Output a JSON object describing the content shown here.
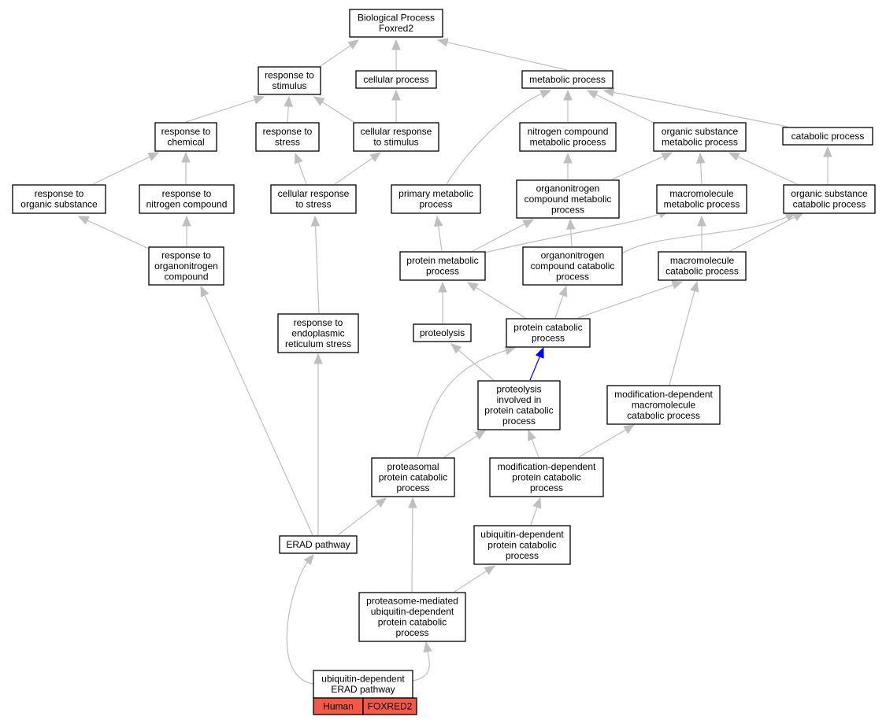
{
  "colors": {
    "edge": "#bfbfbf",
    "highlight_edge": "#0000ee",
    "annotation_fill": "#f25a47",
    "node_border": "#000000"
  },
  "nodes": [
    {
      "id": "bp",
      "lines": [
        "Biological Process",
        "Foxred2"
      ]
    },
    {
      "id": "resp_stim",
      "lines": [
        "response to",
        "stimulus"
      ]
    },
    {
      "id": "cell_proc",
      "lines": [
        "cellular process"
      ]
    },
    {
      "id": "metab_proc",
      "lines": [
        "metabolic process"
      ]
    },
    {
      "id": "resp_chem",
      "lines": [
        "response to",
        "chemical"
      ]
    },
    {
      "id": "resp_stress",
      "lines": [
        "response to",
        "stress"
      ]
    },
    {
      "id": "cell_resp_stim",
      "lines": [
        "cellular response",
        "to stimulus"
      ]
    },
    {
      "id": "nitro_comp_metab",
      "lines": [
        "nitrogen compound",
        "metabolic process"
      ]
    },
    {
      "id": "org_sub_metab",
      "lines": [
        "organic substance",
        "metabolic process"
      ]
    },
    {
      "id": "catab_proc",
      "lines": [
        "catabolic process"
      ]
    },
    {
      "id": "resp_org_sub",
      "lines": [
        "response to",
        "organic substance"
      ]
    },
    {
      "id": "resp_nitro_comp",
      "lines": [
        "response to",
        "nitrogen compound"
      ]
    },
    {
      "id": "cell_resp_stress",
      "lines": [
        "cellular response",
        "to stress"
      ]
    },
    {
      "id": "prim_metab",
      "lines": [
        "primary metabolic",
        "process"
      ]
    },
    {
      "id": "organonitro_metab",
      "lines": [
        "organonitrogen",
        "compound metabolic",
        "process"
      ]
    },
    {
      "id": "macromol_metab",
      "lines": [
        "macromolecule",
        "metabolic process"
      ]
    },
    {
      "id": "org_sub_catab",
      "lines": [
        "organic substance",
        "catabolic process"
      ]
    },
    {
      "id": "resp_organonitro",
      "lines": [
        "response to",
        "organonitrogen",
        "compound"
      ]
    },
    {
      "id": "prot_metab",
      "lines": [
        "protein metabolic",
        "process"
      ]
    },
    {
      "id": "organonitro_catab",
      "lines": [
        "organonitrogen",
        "compound catabolic",
        "process"
      ]
    },
    {
      "id": "macromol_catab",
      "lines": [
        "macromolecule",
        "catabolic process"
      ]
    },
    {
      "id": "resp_er_stress",
      "lines": [
        "response to",
        "endoplasmic",
        "reticulum stress"
      ]
    },
    {
      "id": "proteolysis",
      "lines": [
        "proteolysis"
      ]
    },
    {
      "id": "prot_catab",
      "lines": [
        "protein catabolic",
        "process"
      ]
    },
    {
      "id": "proteolysis_prot_catab",
      "lines": [
        "proteolysis",
        "involved in",
        "protein catabolic",
        "process"
      ]
    },
    {
      "id": "mod_dep_macromol_catab",
      "lines": [
        "modification-dependent",
        "macromolecule",
        "catabolic process"
      ]
    },
    {
      "id": "proteasomal_prot_catab",
      "lines": [
        "proteasomal",
        "protein catabolic",
        "process"
      ]
    },
    {
      "id": "mod_dep_prot_catab",
      "lines": [
        "modification-dependent",
        "protein catabolic",
        "process"
      ]
    },
    {
      "id": "erad",
      "lines": [
        "ERAD pathway"
      ]
    },
    {
      "id": "ubiq_dep_prot_catab",
      "lines": [
        "ubiquitin-dependent",
        "protein catabolic",
        "process"
      ]
    },
    {
      "id": "proteasome_ubiq",
      "lines": [
        "proteasome-mediated",
        "ubiquitin-dependent",
        "protein catabolic",
        "process"
      ]
    },
    {
      "id": "ubiq_erad",
      "lines": [
        "ubiquitin-dependent",
        "ERAD pathway"
      ]
    }
  ],
  "annotation": {
    "node": "ubiq_erad",
    "species": "Human",
    "gene": "FOXRED2"
  },
  "edges": [
    {
      "from": "resp_stim",
      "to": "bp"
    },
    {
      "from": "cell_proc",
      "to": "bp"
    },
    {
      "from": "metab_proc",
      "to": "bp"
    },
    {
      "from": "resp_chem",
      "to": "resp_stim"
    },
    {
      "from": "resp_stress",
      "to": "resp_stim"
    },
    {
      "from": "cell_resp_stim",
      "to": "resp_stim"
    },
    {
      "from": "cell_resp_stim",
      "to": "cell_proc"
    },
    {
      "from": "nitro_comp_metab",
      "to": "metab_proc"
    },
    {
      "from": "org_sub_metab",
      "to": "metab_proc"
    },
    {
      "from": "catab_proc",
      "to": "metab_proc"
    },
    {
      "from": "prim_metab",
      "to": "metab_proc"
    },
    {
      "from": "resp_org_sub",
      "to": "resp_chem"
    },
    {
      "from": "resp_nitro_comp",
      "to": "resp_chem"
    },
    {
      "from": "cell_resp_stress",
      "to": "resp_stress"
    },
    {
      "from": "cell_resp_stress",
      "to": "cell_resp_stim"
    },
    {
      "from": "organonitro_metab",
      "to": "nitro_comp_metab"
    },
    {
      "from": "organonitro_metab",
      "to": "org_sub_metab"
    },
    {
      "from": "macromol_metab",
      "to": "org_sub_metab"
    },
    {
      "from": "org_sub_catab",
      "to": "org_sub_metab"
    },
    {
      "from": "org_sub_catab",
      "to": "catab_proc"
    },
    {
      "from": "resp_organonitro",
      "to": "resp_org_sub"
    },
    {
      "from": "resp_organonitro",
      "to": "resp_nitro_comp"
    },
    {
      "from": "resp_er_stress",
      "to": "cell_resp_stress"
    },
    {
      "from": "prot_metab",
      "to": "prim_metab"
    },
    {
      "from": "prot_metab",
      "to": "organonitro_metab"
    },
    {
      "from": "prot_metab",
      "to": "macromol_metab"
    },
    {
      "from": "organonitro_catab",
      "to": "organonitro_metab"
    },
    {
      "from": "organonitro_catab",
      "to": "org_sub_catab"
    },
    {
      "from": "macromol_catab",
      "to": "macromol_metab"
    },
    {
      "from": "macromol_catab",
      "to": "org_sub_catab"
    },
    {
      "from": "proteolysis",
      "to": "prot_metab"
    },
    {
      "from": "prot_catab",
      "to": "prot_metab"
    },
    {
      "from": "prot_catab",
      "to": "organonitro_catab"
    },
    {
      "from": "prot_catab",
      "to": "macromol_catab"
    },
    {
      "from": "proteolysis_prot_catab",
      "to": "proteolysis"
    },
    {
      "from": "proteolysis_prot_catab",
      "to": "prot_catab",
      "highlight": true
    },
    {
      "from": "mod_dep_macromol_catab",
      "to": "macromol_catab"
    },
    {
      "from": "proteasomal_prot_catab",
      "to": "proteolysis_prot_catab"
    },
    {
      "from": "proteasomal_prot_catab",
      "to": "prot_catab"
    },
    {
      "from": "mod_dep_prot_catab",
      "to": "proteolysis_prot_catab"
    },
    {
      "from": "mod_dep_prot_catab",
      "to": "mod_dep_macromol_catab"
    },
    {
      "from": "erad",
      "to": "resp_organonitro"
    },
    {
      "from": "erad",
      "to": "resp_er_stress"
    },
    {
      "from": "erad",
      "to": "proteasomal_prot_catab"
    },
    {
      "from": "ubiq_dep_prot_catab",
      "to": "mod_dep_prot_catab"
    },
    {
      "from": "proteasome_ubiq",
      "to": "proteasomal_prot_catab"
    },
    {
      "from": "proteasome_ubiq",
      "to": "ubiq_dep_prot_catab"
    },
    {
      "from": "ubiq_erad",
      "to": "erad"
    },
    {
      "from": "ubiq_erad",
      "to": "proteasome_ubiq"
    }
  ]
}
